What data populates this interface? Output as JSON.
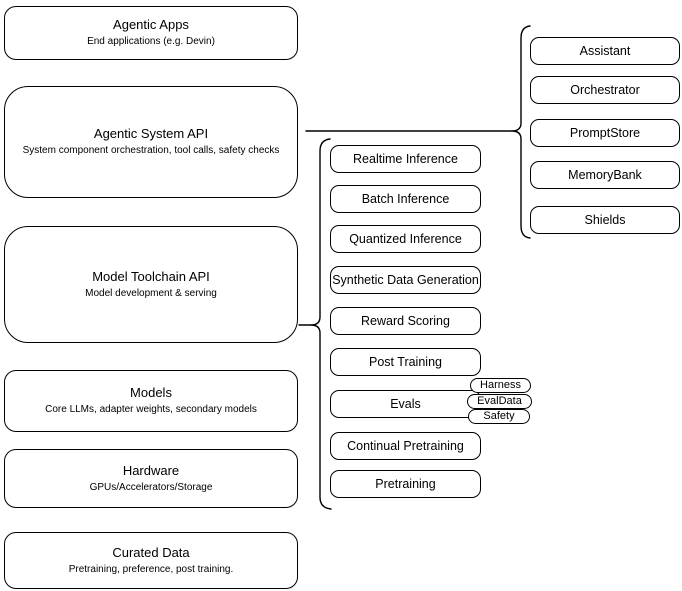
{
  "diagram": {
    "left_column": [
      {
        "title": "Agentic Apps",
        "subtitle": "End applications (e.g. Devin)"
      },
      {
        "title": "Agentic System API",
        "subtitle": "System component orchestration, tool calls, safety checks"
      },
      {
        "title": "Model Toolchain API",
        "subtitle": "Model development & serving"
      },
      {
        "title": "Models",
        "subtitle": "Core LLMs, adapter weights, secondary models"
      },
      {
        "title": "Hardware",
        "subtitle": "GPUs/Accelerators/Storage"
      },
      {
        "title": "Curated Data",
        "subtitle": "Pretraining, preference, post training."
      }
    ],
    "middle_column": [
      "Realtime Inference",
      "Batch Inference",
      "Quantized Inference",
      "Synthetic Data Generation",
      "Reward Scoring",
      "Post Training",
      "Evals",
      "Continual Pretraining",
      "Pretraining"
    ],
    "evals_tags": [
      "Harness",
      "EvalData",
      "Safety"
    ],
    "right_column": [
      "Assistant",
      "Orchestrator",
      "PromptStore",
      "MemoryBank",
      "Shields"
    ],
    "colors": {
      "stroke": "#000000",
      "background": "#ffffff",
      "text": "#000000"
    }
  }
}
